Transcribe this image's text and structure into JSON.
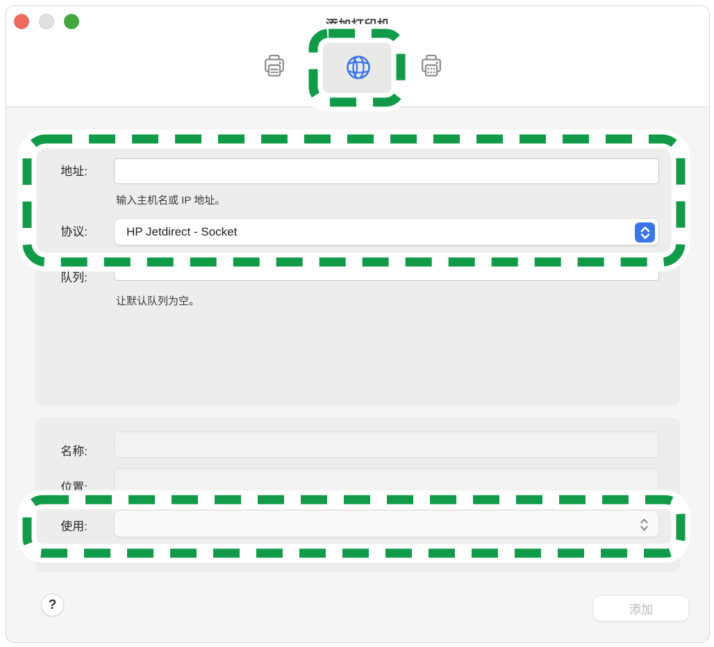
{
  "window": {
    "title": "添加打印机"
  },
  "toolbar": {
    "tabs": [
      {
        "id": "default-printer",
        "icon": "printer-default-icon",
        "selected": false
      },
      {
        "id": "ip-printer",
        "icon": "globe-icon",
        "selected": true
      },
      {
        "id": "windows-printer",
        "icon": "printer-windows-icon",
        "selected": false
      }
    ]
  },
  "form": {
    "address": {
      "label": "地址:",
      "value": "",
      "help": "输入主机名或 IP 地址。"
    },
    "protocol": {
      "label": "协议:",
      "value": "HP Jetdirect - Socket"
    },
    "queue": {
      "label": "队列:",
      "value": "",
      "help": "让默认队列为空。"
    },
    "name": {
      "label": "名称:",
      "value": ""
    },
    "location": {
      "label": "位置:",
      "value": ""
    },
    "use": {
      "label": "使用:",
      "value": ""
    }
  },
  "footer": {
    "help_button": "?",
    "add_button": "添加",
    "add_enabled": false
  },
  "annotations": {
    "highlighted": [
      "ip-printer-tab",
      "address-and-protocol-fields",
      "use-row"
    ]
  },
  "colors": {
    "annotation_green": "#119b48",
    "accent_blue": "#3b76e8",
    "traffic_red": "#ec6a5e",
    "traffic_gray": "#e1e0df",
    "traffic_green": "#44a63f"
  }
}
